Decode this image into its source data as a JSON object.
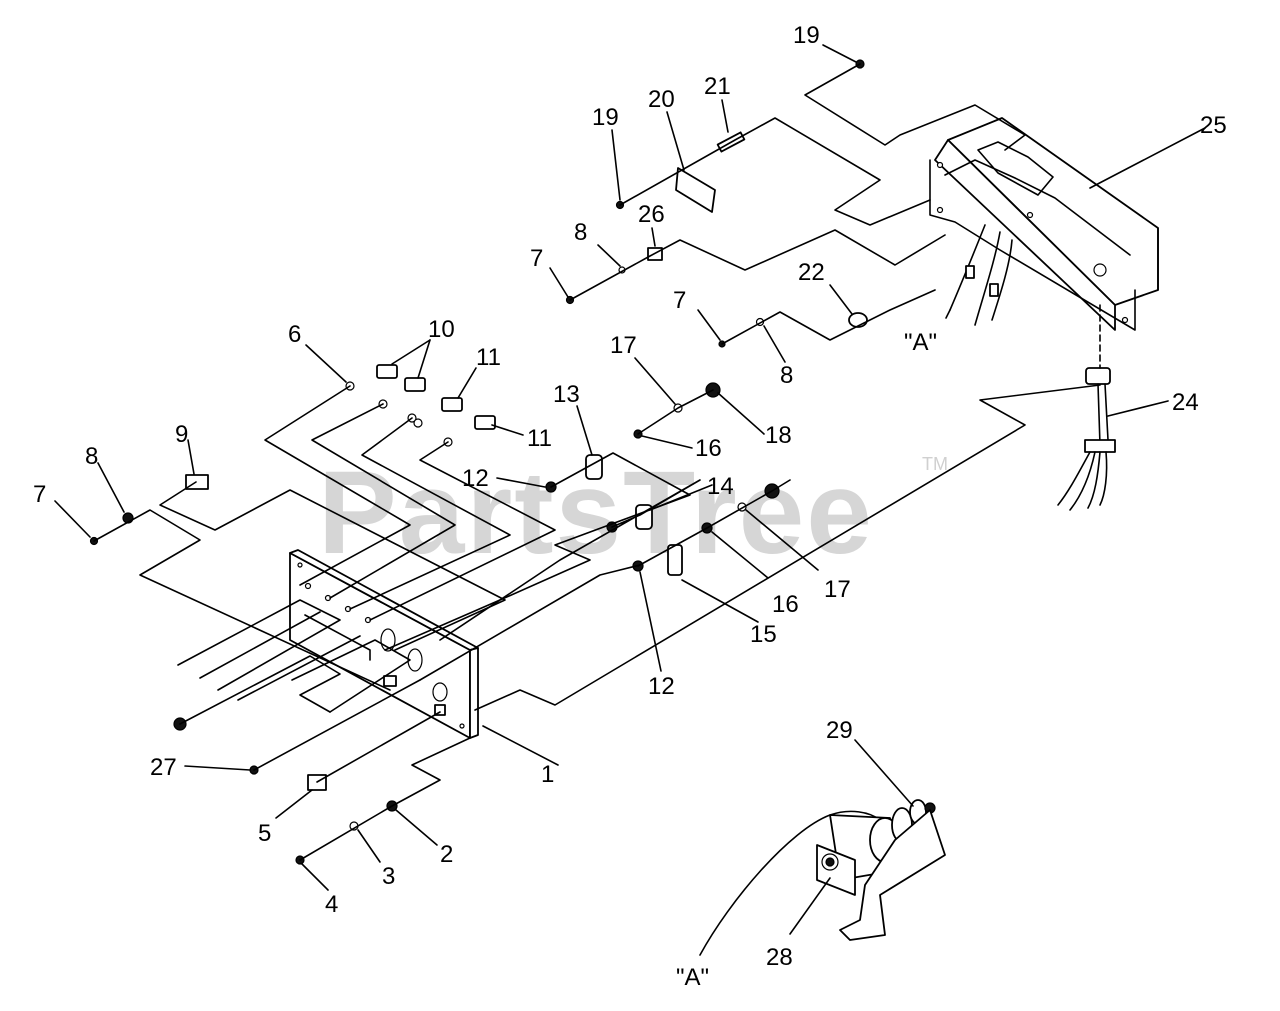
{
  "watermark": {
    "text": "PartsTree",
    "tm": "TM"
  },
  "callouts": {
    "c1": "1",
    "c2": "2",
    "c3": "3",
    "c4": "4",
    "c5": "5",
    "c6": "6",
    "c7a": "7",
    "c7b": "7",
    "c7c": "7",
    "c8a": "8",
    "c8b": "8",
    "c8c": "8",
    "c9": "9",
    "c10": "10",
    "c11a": "11",
    "c11b": "11",
    "c12a": "12",
    "c12b": "12",
    "c13": "13",
    "c14": "14",
    "c15": "15",
    "c16a": "16",
    "c16b": "16",
    "c17a": "17",
    "c17b": "17",
    "c18": "18",
    "c19a": "19",
    "c19b": "19",
    "c20": "20",
    "c21": "21",
    "c22": "22",
    "c24": "24",
    "c25": "25",
    "c26": "26",
    "c27": "27",
    "c28": "28",
    "c29": "29",
    "refA1": "\"A\"",
    "refA2": "\"A\""
  },
  "colors": {
    "line": "#000000",
    "watermark": "#d6d6d6",
    "background": "#ffffff"
  }
}
